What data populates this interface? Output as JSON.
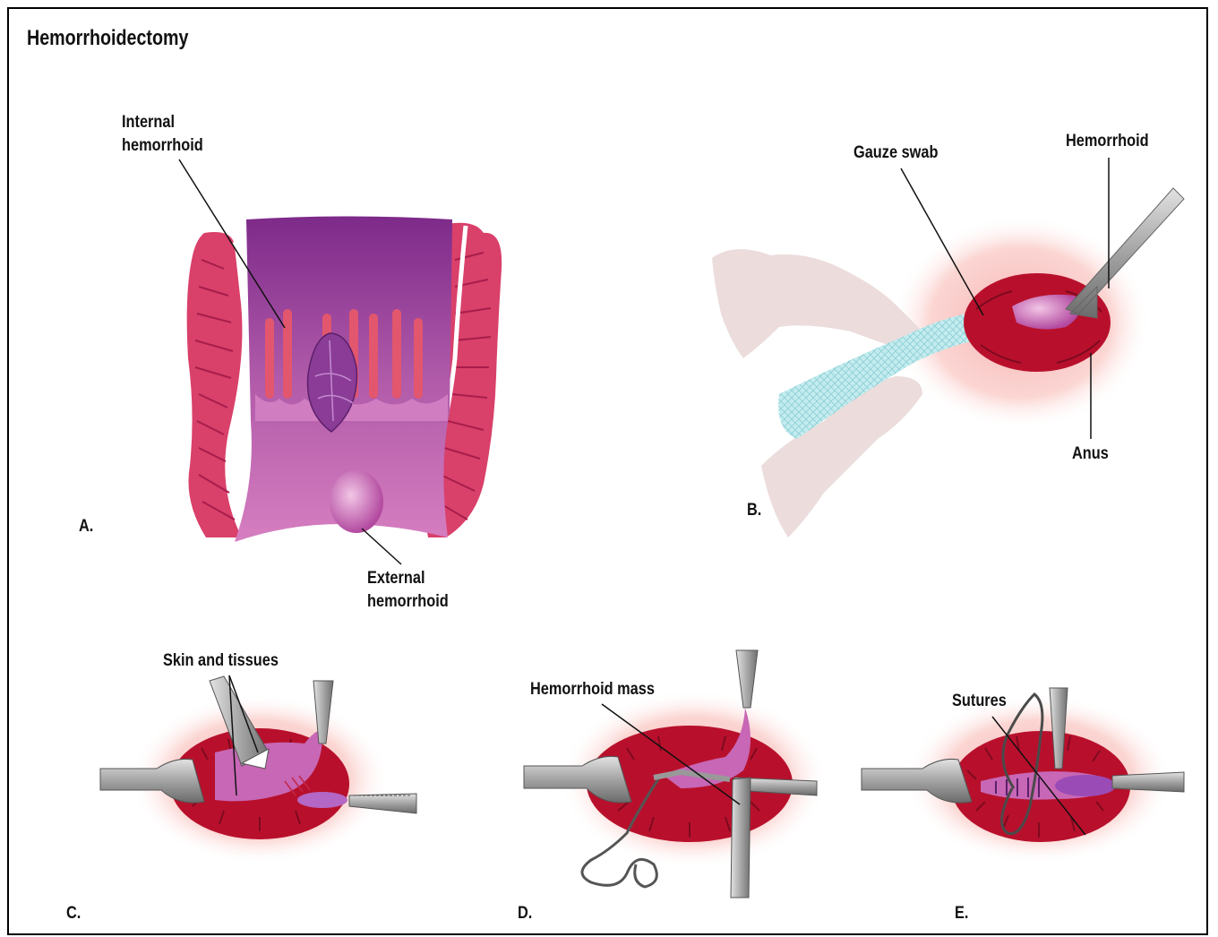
{
  "title": "Hemorrhoidectomy",
  "panels": {
    "a": {
      "letter": "A.",
      "internal_line1": "Internal",
      "internal_line2": "hemorrhoid",
      "external_line1": "External",
      "external_line2": "hemorrhoid"
    },
    "b": {
      "letter": "B.",
      "gauze": "Gauze swab",
      "hemorrhoid": "Hemorrhoid",
      "anus": "Anus"
    },
    "c": {
      "letter": "C.",
      "skin": "Skin and tissues"
    },
    "d": {
      "letter": "D.",
      "mass": "Hemorrhoid mass"
    },
    "e": {
      "letter": "E.",
      "sutures": "Sutures"
    }
  },
  "colors": {
    "purple": "#9c2f86",
    "muscle": "#d9406a",
    "anus_red": "#b8102c",
    "instrument": "#a9a9a9",
    "gauze": "#bfe9ec"
  }
}
